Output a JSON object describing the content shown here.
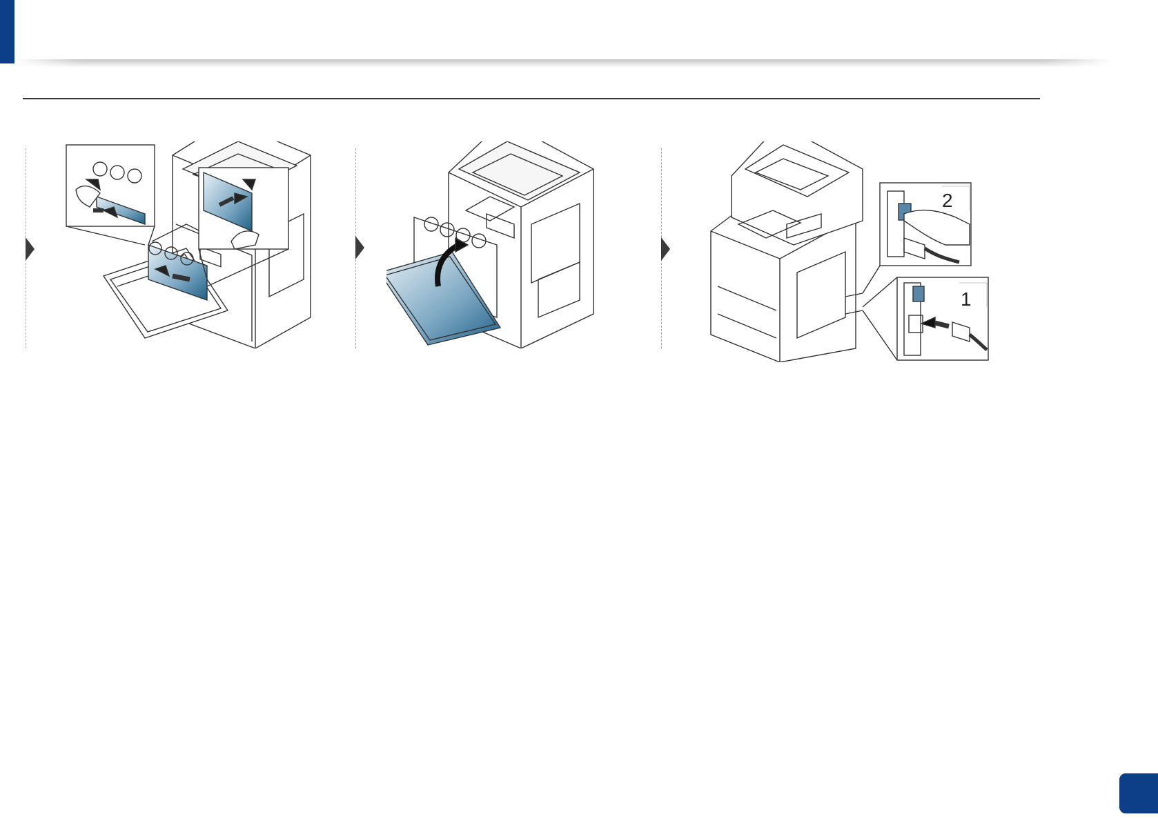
{
  "header": {
    "accent_color": "#0c3f87"
  },
  "steps": [
    {
      "description_icon": "install-waste-toner-container-illustration"
    },
    {
      "description_icon": "close-front-cover-illustration"
    },
    {
      "description_icon": "connect-power-and-switch-on-illustration",
      "callouts": [
        "2",
        "1"
      ]
    }
  ],
  "footer": {
    "page_number": "",
    "accent_color": "#0c3f87"
  }
}
